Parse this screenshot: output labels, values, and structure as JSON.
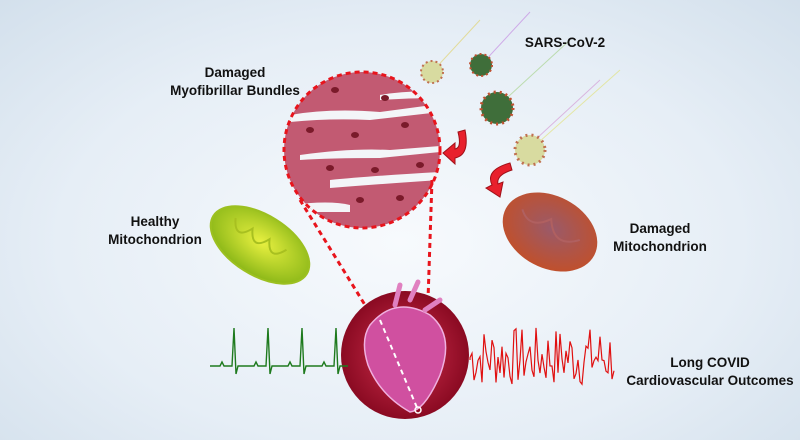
{
  "labels": {
    "myofibril": [
      "Damaged",
      "Myofibrillar Bundles"
    ],
    "virus": "SARS-CoV-2",
    "healthy_mito": [
      "Healthy",
      "Mitochondrion"
    ],
    "damaged_mito": [
      "Damaged",
      "Mitochondrion"
    ],
    "outcome": [
      "Long COVID",
      "Cardiovascular Outcomes"
    ]
  },
  "colors": {
    "healthy_ecg": "#1e7a1e",
    "abnormal_ecg": "#e01010",
    "dotted_line": "#e8141c",
    "heart_bg": "#a0102e",
    "muscle": "#c25a72",
    "healthy_mito": "#b8d820",
    "damaged_mito": "#b04a30",
    "virus_green": "#3f6e3a",
    "virus_pale": "#d8dba0"
  }
}
